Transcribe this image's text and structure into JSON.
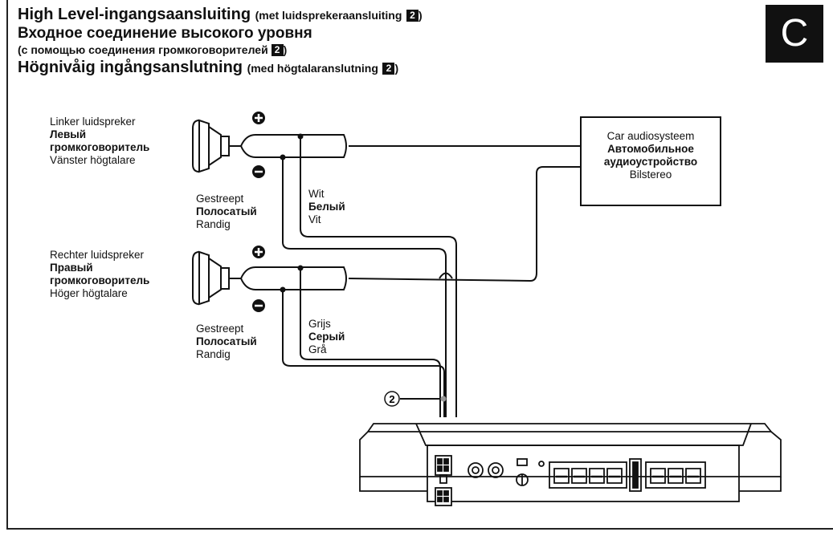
{
  "panel_letter": "C",
  "titles": {
    "nl_main": "High Level-ingangsaansluiting",
    "nl_detail": "(met luidsprekeraansluiting",
    "ru_main": "Входное соединение высокого уровня",
    "ru_detail": "(с помощью соединения громкоговорителей",
    "sv_main": "Högnivåig ingångsanslutning",
    "sv_detail": "(med högtalaranslutning",
    "ref_number": "2",
    "close_paren": ")"
  },
  "left_speaker": {
    "nl": "Linker luidspreker",
    "ru": "Левый громкоговоритель",
    "sv": "Vänster högtalare"
  },
  "right_speaker": {
    "nl": "Rechter luidspreker",
    "ru": "Правый громкоговоритель",
    "sv": "Höger högtalare"
  },
  "striped": {
    "nl": "Gestreept",
    "ru": "Полосатый",
    "sv": "Randig"
  },
  "white_wire": {
    "nl": "Wit",
    "ru": "Белый",
    "sv": "Vit"
  },
  "grey_wire": {
    "nl": "Grijs",
    "ru": "Серый",
    "sv": "Grå"
  },
  "car_audio": {
    "nl": "Car audiosysteem",
    "ru": "Автомобильное аудиоустройство",
    "sv": "Bilstereo"
  },
  "connector_callout": "2",
  "polarity": {
    "positive": "+",
    "negative": "−"
  },
  "icons": [
    "speaker-icon",
    "plus-circle-icon",
    "minus-circle-icon",
    "amplifier-icon",
    "connector-icon"
  ]
}
